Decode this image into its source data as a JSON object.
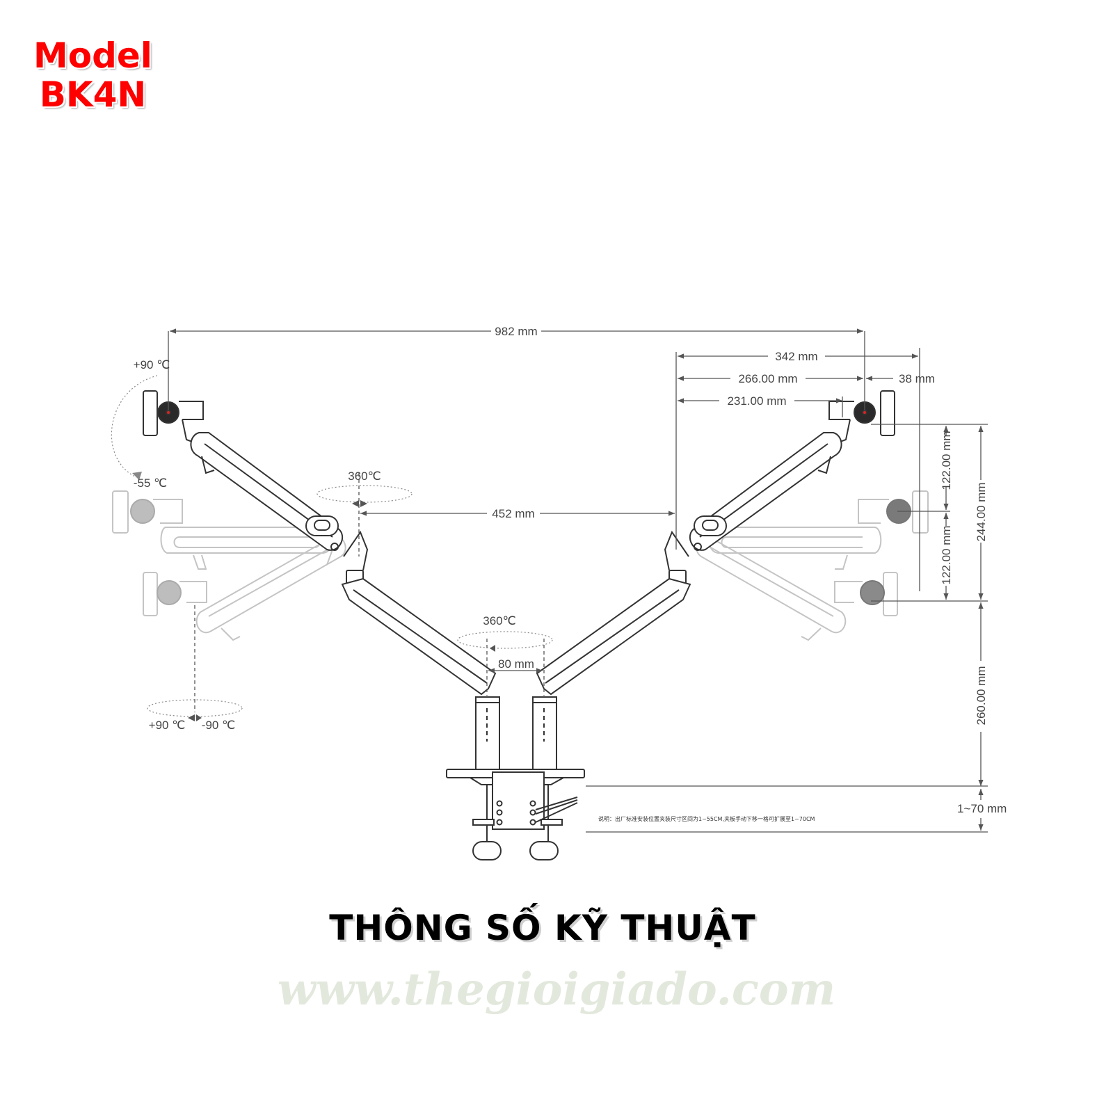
{
  "header": {
    "model_label": "Model",
    "model_code": "BK4N"
  },
  "dimensions": {
    "overall_span": "982 mm",
    "arm_reach": "342 mm",
    "arm_segment_1": "266.00 mm",
    "arm_segment_2": "231.00 mm",
    "head_offset": "38 mm",
    "joint_spacing": "452 mm",
    "pole_width": "80 mm",
    "height_step_upper": "122.00 mm",
    "height_step_lower": "122.00 mm",
    "height_range_total": "244.00 mm",
    "pole_height": "260.00 mm",
    "clamp_range": "1~70 mm"
  },
  "angles": {
    "tilt_up": "+90 ℃",
    "tilt_down": "-55 ℃",
    "elbow_rotation": "360℃",
    "base_rotation": "360℃",
    "swivel_left": "+90 ℃",
    "swivel_right": "-90  ℃"
  },
  "clamp_note": "说明：出厂标准安装位置夹装尺寸区间为1~55CM,夹板手动下移一格可扩展至1~70CM",
  "footer": {
    "heading": "THÔNG SỐ KỸ THUẬT",
    "website": "www.thegioigiado.com"
  },
  "colors": {
    "model_text": "#ff0000",
    "line": "#444444",
    "ghost_line": "#c4c4c4",
    "website_text": "#e2e8dc"
  }
}
